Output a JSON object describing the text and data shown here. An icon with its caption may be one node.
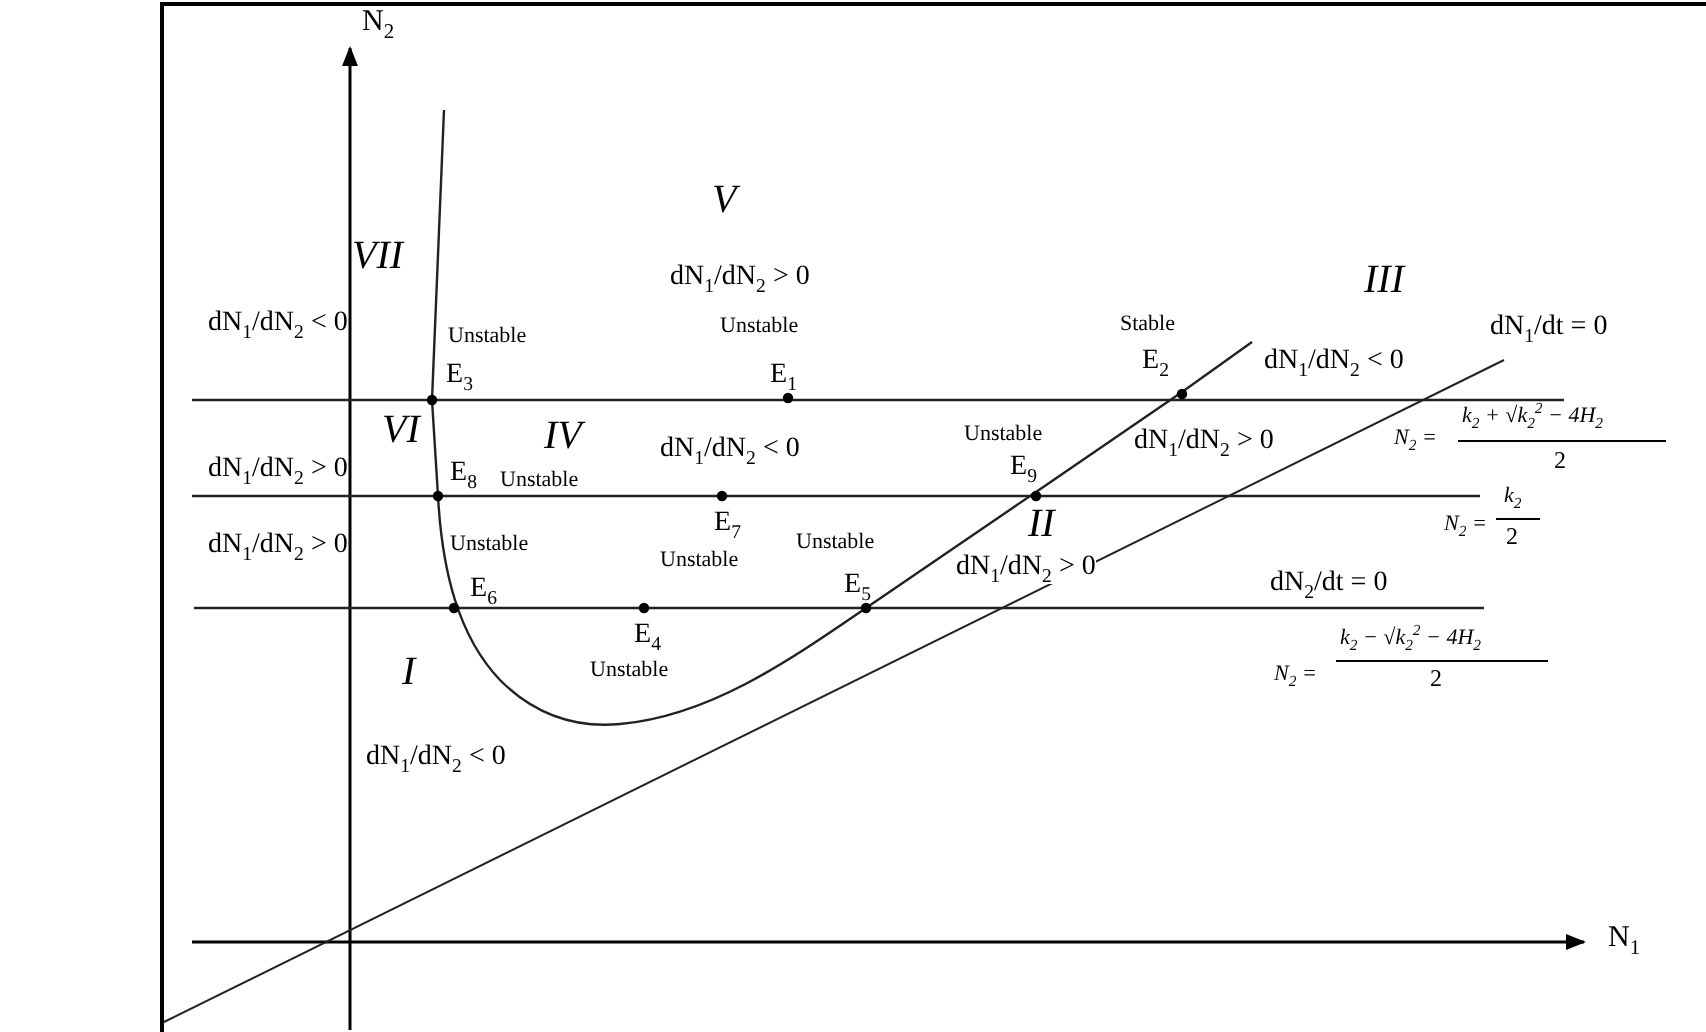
{
  "diagram": {
    "labels": [
      "N$_{2}$",
      "V",
      "VII",
      "dN$_{1}$/dN$_{2}$ > 0",
      "III",
      "dN$_{1}$/dN$_{2}$ < 0",
      "Unstable",
      "Unstable",
      "Stable",
      "dN$_{1}$/dt = 0",
      "E$_{3}$",
      "E$_{1}$",
      "E$_{2}$",
      "dN$_{1}$/dN$_{2}$ < 0",
      "VI",
      "IV",
      "dN$_{1}$/dN$_{2}$ < 0",
      "Unstable",
      "dN$_{1}$/dN$_{2}$ > 0",
      "N$_{2}$ =",
      "k$_{2}$ + √k$_{2}$$^{2}$ − 4H$_{2}$",
      "dN$_{1}$/dN$_{2}$ > 0",
      "E$_{8}$",
      "Unstable",
      "E$_{9}$",
      "2",
      "E$_{7}$",
      "II",
      "N$_{2}$ =",
      "k$_{2}$",
      "dN$_{1}$/dN$_{2}$ > 0",
      "Unstable",
      "Unstable",
      "Unstable",
      "2",
      "E$_{6}$",
      "E$_{5}$",
      "dN$_{1}$/dN$_{2}$ > 0",
      "dN$_{2}$/dt = 0",
      "E$_{4}$",
      "k$_{2}$ − √k$_{2}$$^{2}$ − 4H$_{2}$",
      "I",
      "Unstable",
      "N$_{2}$ =",
      "2",
      "dN$_{1}$/dN$_{2}$ < 0",
      "N$_{1}$"
    ]
  }
}
